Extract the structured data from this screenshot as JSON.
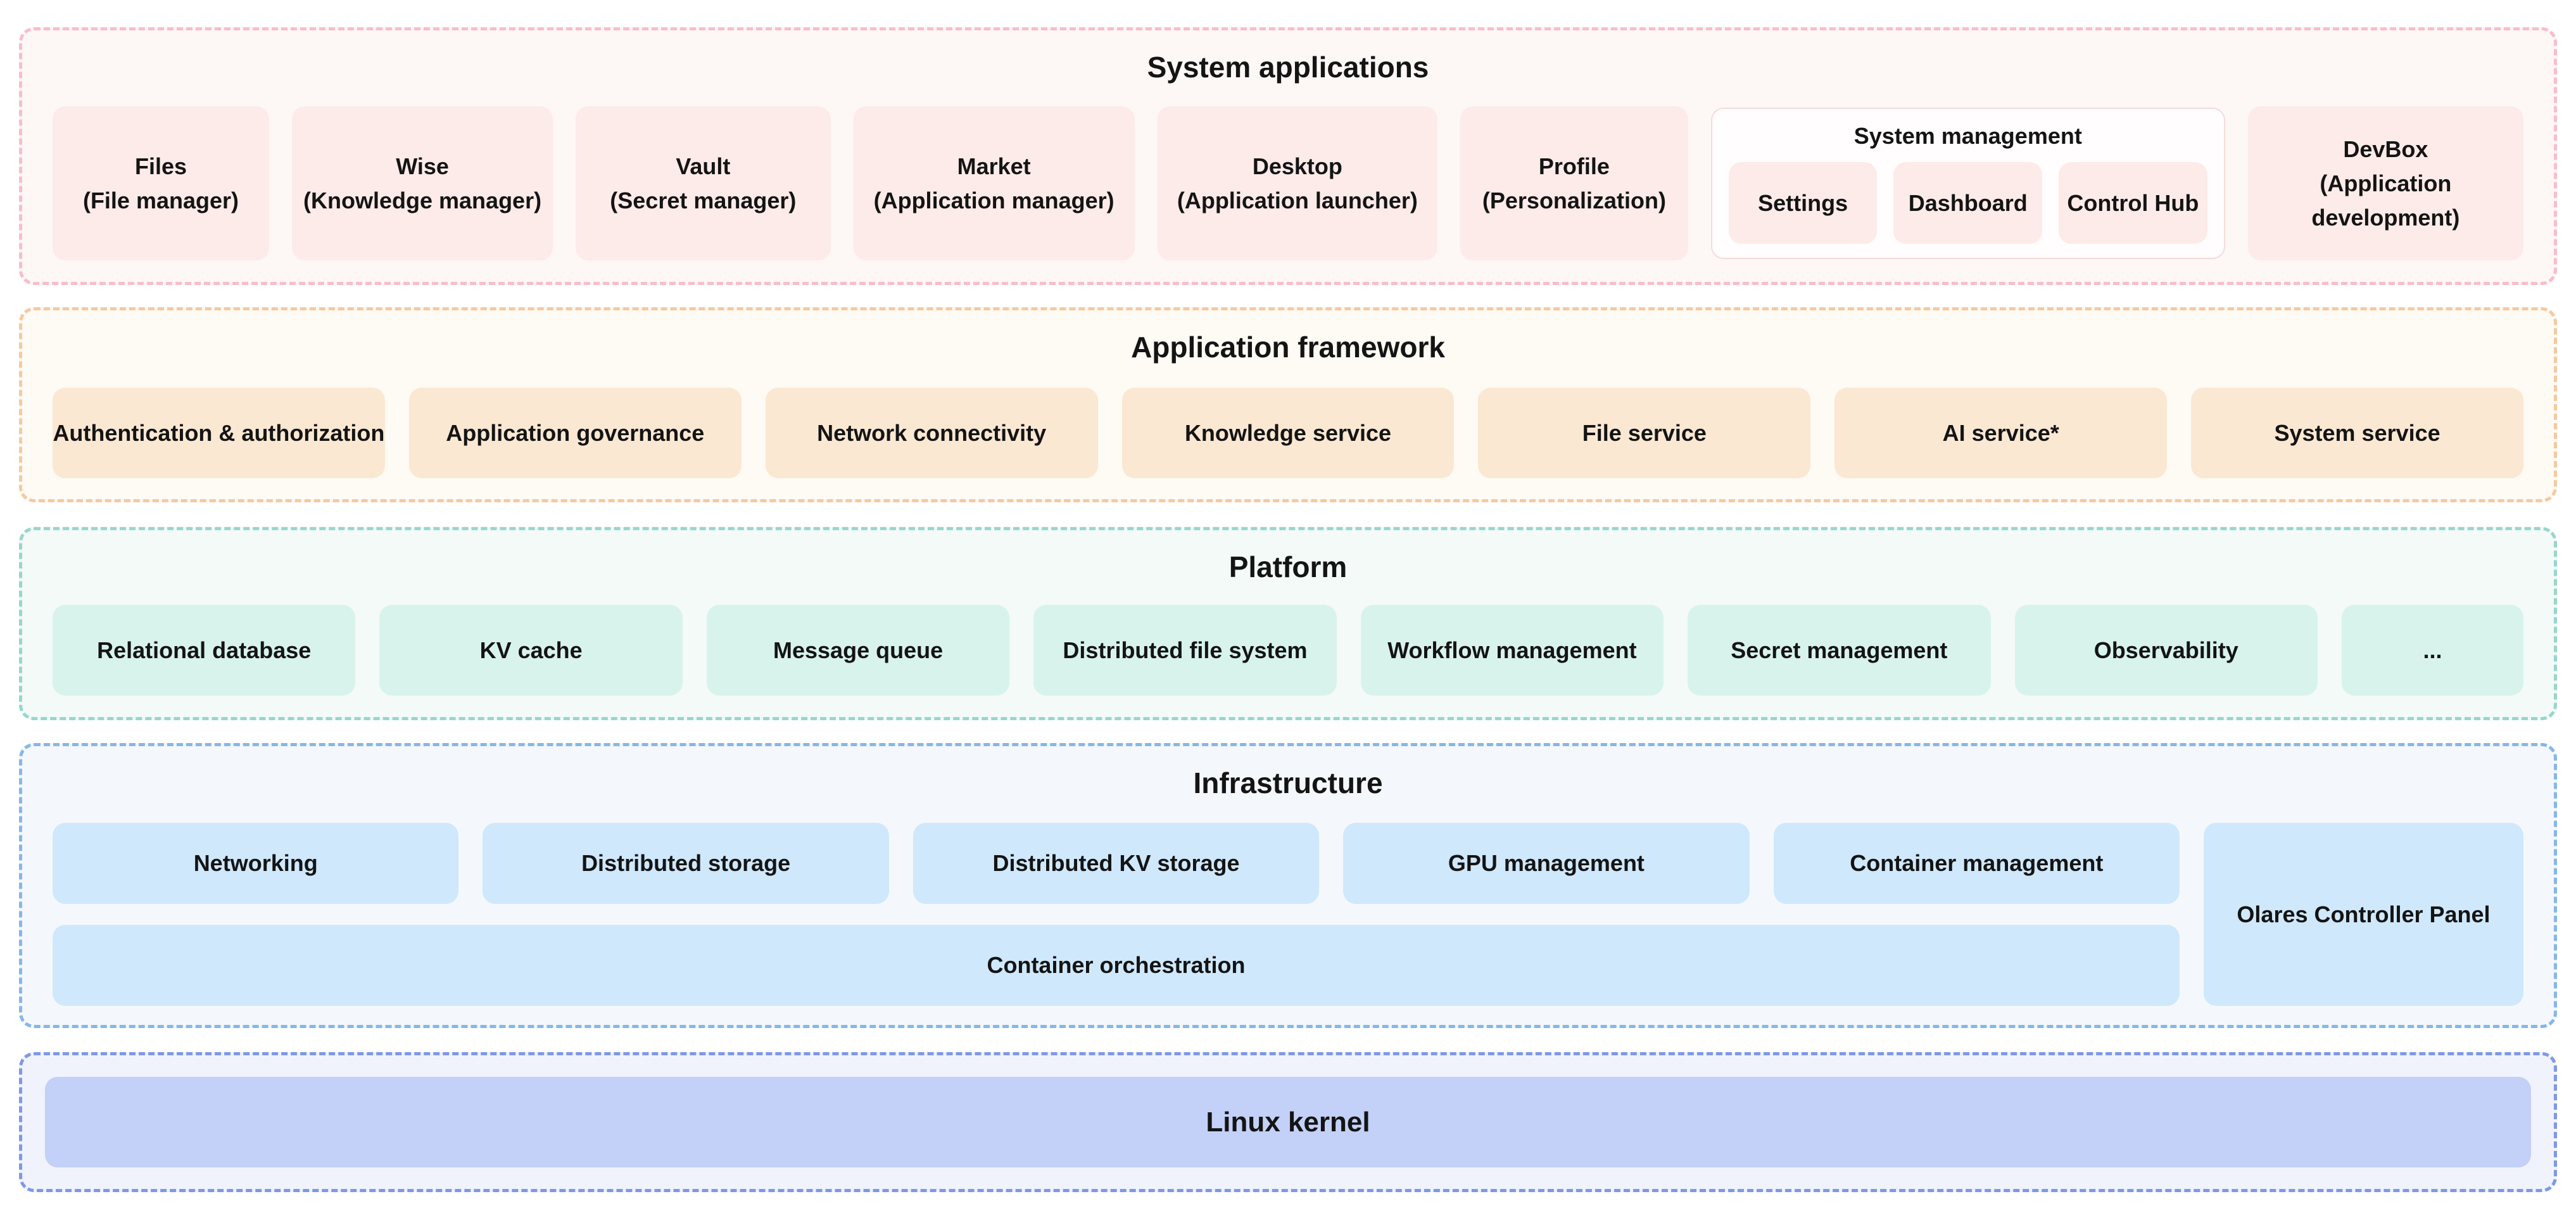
{
  "colors": {
    "text": "#141414",
    "apps-border": "#f9bdcb",
    "apps-bg": "#fdf7f6",
    "apps-box": "#fcebe9",
    "group-bg": "#fffdfd",
    "group-border": "#f3dcd8",
    "framework-border": "#f5c9a0",
    "framework-bg": "#fefaf4",
    "framework-box": "#fbe8d3",
    "platform-border": "#98d6cc",
    "platform-bg": "#f3faf8",
    "platform-box": "#d8f3ec",
    "infra-border": "#86b7ea",
    "infra-bg": "#f4f8fd",
    "infra-box": "#cfe8fc",
    "kernel-border": "#7f98e8",
    "kernel-bg": "#f0f3fc",
    "kernel-box": "#c3d1f8"
  },
  "system_applications": {
    "title": "System applications",
    "apps": [
      {
        "name": "Files",
        "desc": "(File manager)"
      },
      {
        "name": "Wise",
        "desc": "(Knowledge manager)"
      },
      {
        "name": "Vault",
        "desc": "(Secret manager)"
      },
      {
        "name": "Market",
        "desc": "(Application manager)"
      },
      {
        "name": "Desktop",
        "desc": "(Application launcher)"
      },
      {
        "name": "Profile",
        "desc": "(Personalization)"
      }
    ],
    "system_management": {
      "title": "System management",
      "items": [
        {
          "label": "Settings"
        },
        {
          "label": "Dashboard"
        },
        {
          "label": "Control Hub"
        }
      ]
    },
    "devbox": {
      "name": "DevBox",
      "desc": "(Application development)"
    }
  },
  "application_framework": {
    "title": "Application framework",
    "services": [
      {
        "label": "Authentication & authorization"
      },
      {
        "label": "Application governance"
      },
      {
        "label": "Network connectivity"
      },
      {
        "label": "Knowledge service"
      },
      {
        "label": "File service"
      },
      {
        "label": "AI service*"
      },
      {
        "label": "System service"
      }
    ]
  },
  "platform": {
    "title": "Platform",
    "components": [
      {
        "label": "Relational database"
      },
      {
        "label": "KV cache"
      },
      {
        "label": "Message queue"
      },
      {
        "label": "Distributed file system"
      },
      {
        "label": "Workflow management"
      },
      {
        "label": "Secret management"
      },
      {
        "label": "Observability"
      },
      {
        "label": "..."
      }
    ]
  },
  "infrastructure": {
    "title": "Infrastructure",
    "components": [
      {
        "label": "Networking"
      },
      {
        "label": "Distributed storage"
      },
      {
        "label": "Distributed KV storage"
      },
      {
        "label": "GPU management"
      },
      {
        "label": "Container management"
      }
    ],
    "orchestration": "Container orchestration",
    "panel": "Olares Controller Panel"
  },
  "kernel": {
    "label": "Linux kernel"
  }
}
